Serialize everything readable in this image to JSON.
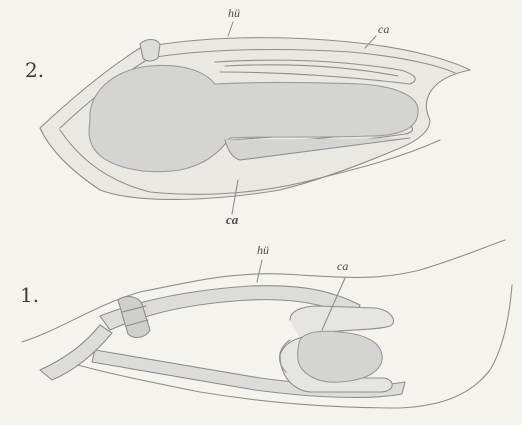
{
  "plate": {
    "background": "#f4f3ee",
    "stroke_color": "#8a8a8a",
    "fill_color": "#d4d4d2",
    "figures": [
      {
        "number": "2.",
        "labels": {
          "top_left": "hü",
          "top_right": "ca",
          "bottom": "ca"
        }
      },
      {
        "number": "1.",
        "labels": {
          "top_left": "hü",
          "top_right": "ca"
        }
      }
    ]
  }
}
